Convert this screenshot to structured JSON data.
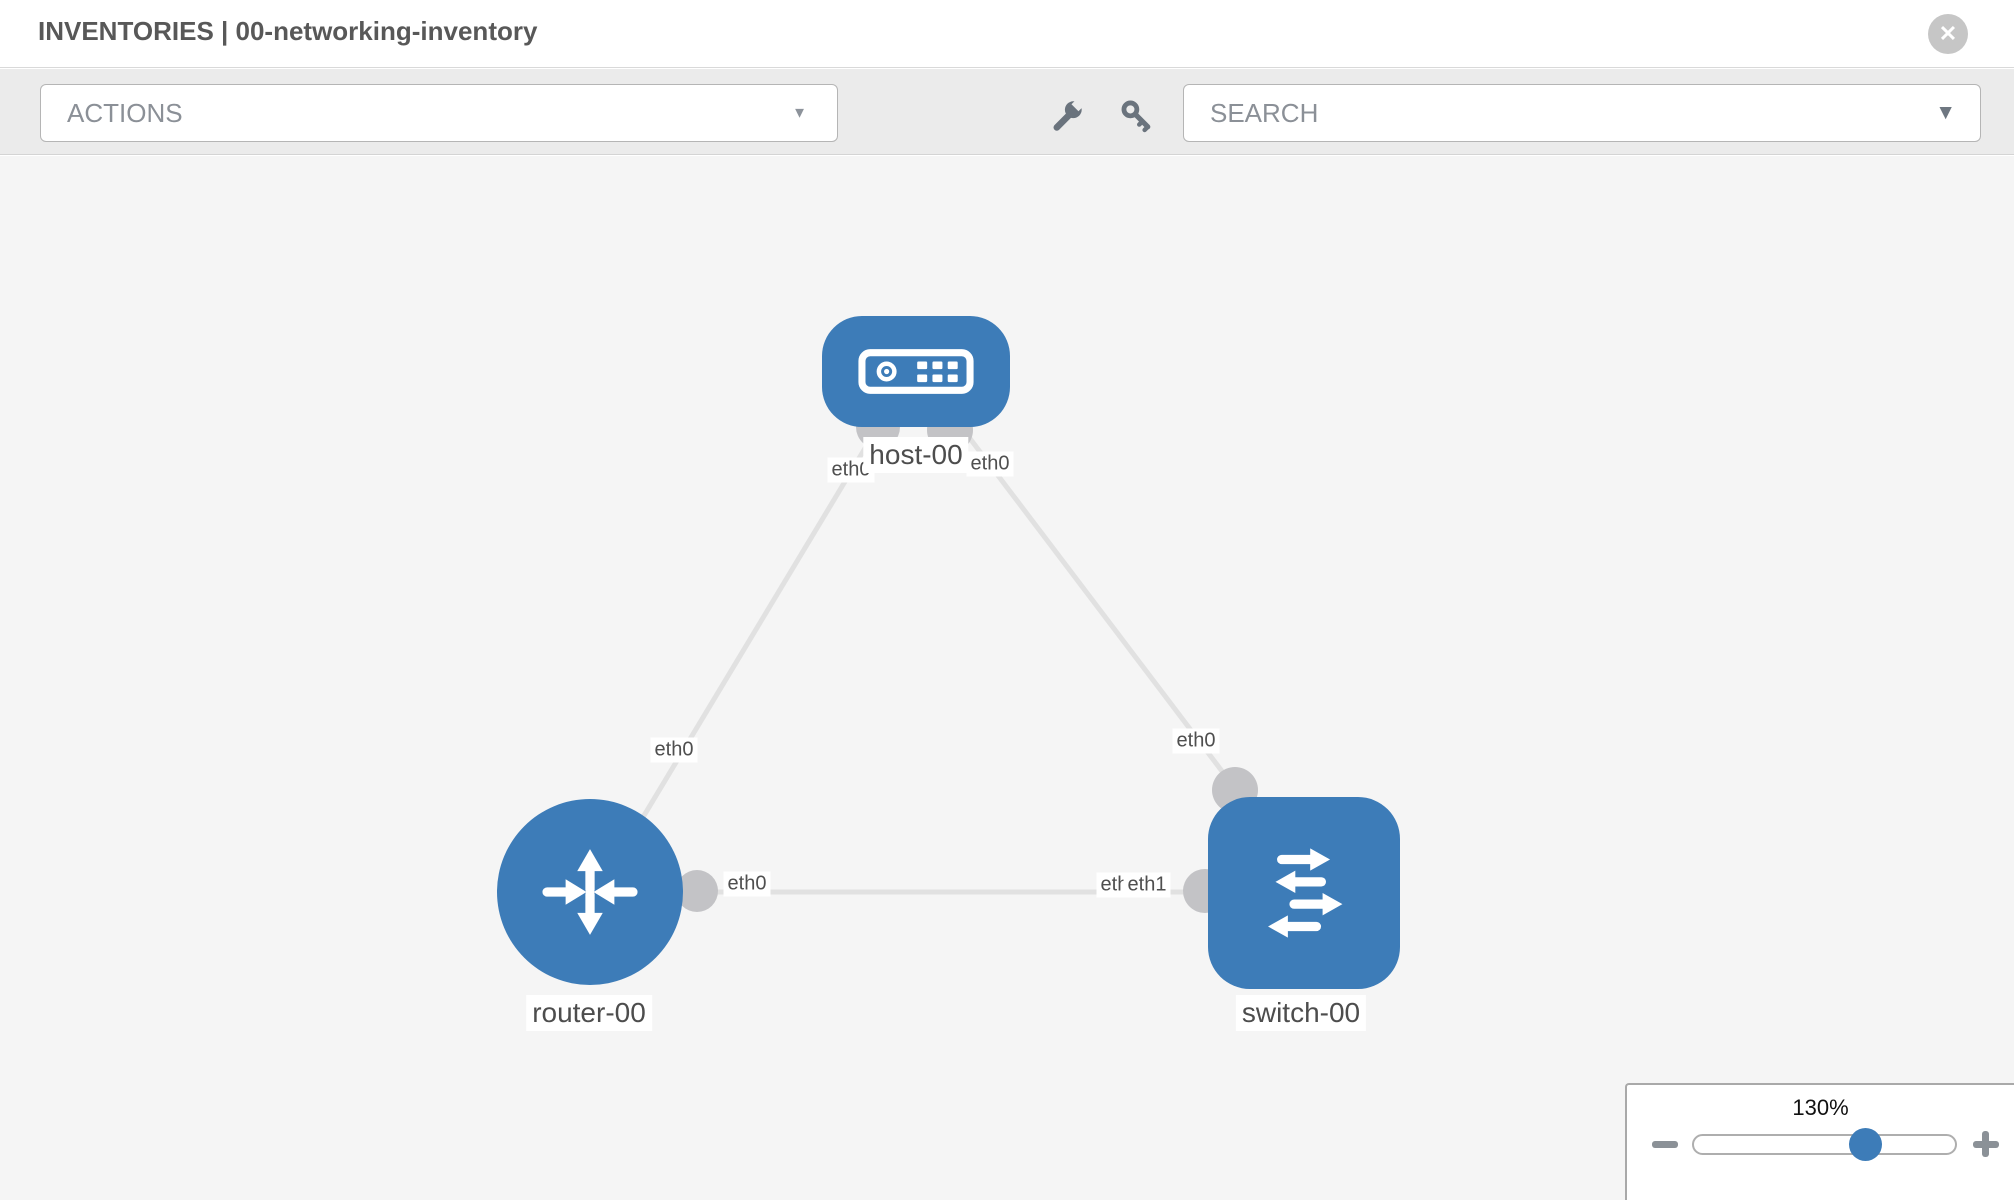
{
  "header": {
    "title": "INVENTORIES | 00-networking-inventory"
  },
  "toolbar": {
    "actions_label": "ACTIONS",
    "search_label": "SEARCH"
  },
  "icons": {
    "close": "✕",
    "caret_down": "▼",
    "wrench": "wrench-icon",
    "key": "key-icon",
    "minus": "minus-icon",
    "plus": "plus-icon"
  },
  "topology": {
    "nodes": [
      {
        "label": "host-00",
        "type": "host"
      },
      {
        "label": "router-00",
        "type": "router"
      },
      {
        "label": "switch-00",
        "type": "switch"
      }
    ],
    "ports": [
      {
        "text": "eth0",
        "node": "host-00"
      },
      {
        "text": "eth0",
        "node": "host-00"
      },
      {
        "text": "eth0",
        "node": "router-00"
      },
      {
        "text": "eth0",
        "node": "switch-00"
      },
      {
        "text": "eth0",
        "node": "router-00"
      },
      {
        "text": "eth0",
        "node": "switch-00"
      },
      {
        "text": "eth1",
        "node": "switch-00"
      }
    ],
    "links": [
      {
        "source": "host-00",
        "target": "router-00"
      },
      {
        "source": "host-00",
        "target": "switch-00"
      },
      {
        "source": "router-00",
        "target": "switch-00"
      }
    ]
  },
  "zoom_control": {
    "level": "130%"
  },
  "colors": {
    "node_blue": "#3d7cb8",
    "edge_gray": "#e1e1e1",
    "connector_gray": "#c3c3c6",
    "toolbar_bg": "#ebebeb",
    "canvas_bg": "#f5f5f5",
    "muted_text": "#8b9097",
    "title_text": "#585858"
  }
}
